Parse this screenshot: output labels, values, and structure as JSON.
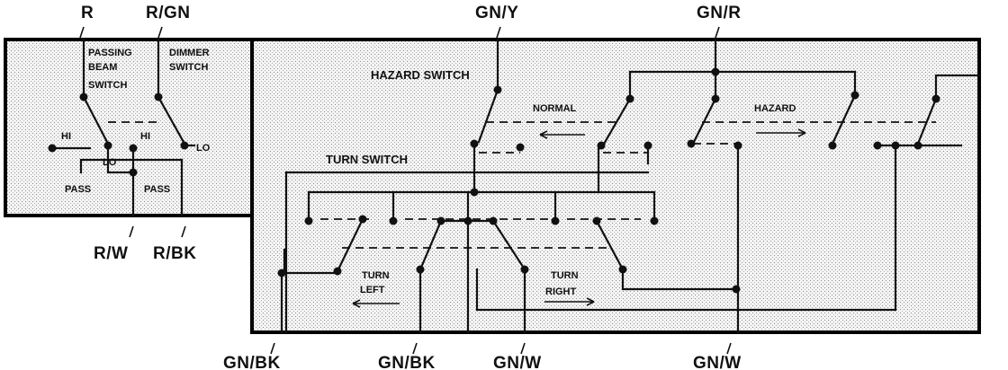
{
  "wire_labels": {
    "r_top": "R",
    "r_gn_top": "R/GN",
    "gn_y_top": "GN/Y",
    "gn_r_top": "GN/R",
    "r_w_bottom": "R/W",
    "r_bk_bottom": "R/BK",
    "gn_bk_bottom_1": "GN/BK",
    "gn_bk_bottom_2": "GN/BK",
    "gn_w_bottom_1": "GN/W",
    "gn_w_bottom_2": "GN/W"
  },
  "left_panel": {
    "passing_line1": "PASSING",
    "passing_line2": "BEAM",
    "passing_line3": "SWITCH",
    "dimmer_line1": "DIMMER",
    "dimmer_line2": "SWITCH",
    "hi_left": "HI",
    "lo_left": "LO",
    "hi_right": "HI",
    "lo_right": "LO",
    "pass_left": "PASS",
    "pass_right": "PASS"
  },
  "right_panel": {
    "hazard_switch": "HAZARD SWITCH",
    "normal": "NORMAL",
    "hazard": "HAZARD",
    "turn_switch": "TURN SWITCH",
    "turn_left_1": "TURN",
    "turn_left_2": "LEFT",
    "turn_right_1": "TURN",
    "turn_right_2": "RIGHT"
  }
}
